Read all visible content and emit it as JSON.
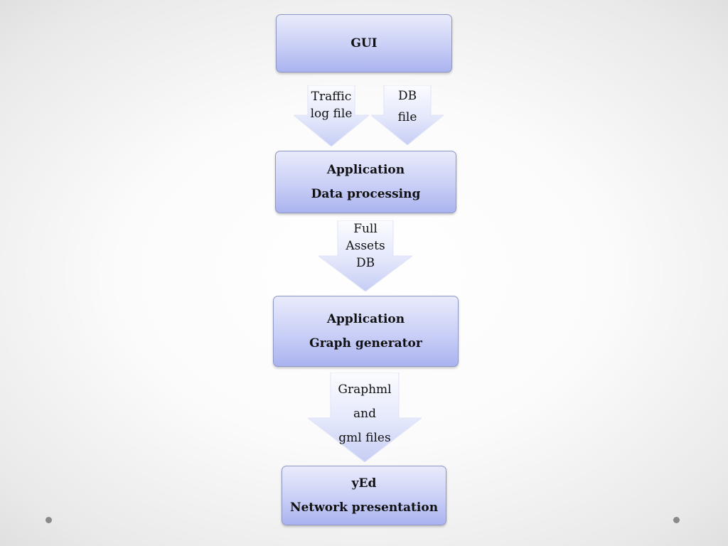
{
  "boxes": {
    "gui": {
      "lines": [
        "GUI"
      ]
    },
    "data_processing": {
      "lines": [
        "Application",
        "Data processing"
      ]
    },
    "graph_generator": {
      "lines": [
        "Application",
        "Graph generator"
      ]
    },
    "yed": {
      "lines": [
        "yEd",
        "Network presentation"
      ]
    }
  },
  "arrows": {
    "traffic_log": {
      "lines": [
        "Traffic",
        "log file"
      ]
    },
    "db_file": {
      "lines": [
        "DB",
        "file"
      ]
    },
    "full_assets": {
      "lines": [
        "Full",
        "Assets",
        "DB"
      ]
    },
    "graphml": {
      "lines": [
        "Graphml",
        "and",
        "gml files"
      ]
    }
  },
  "colors": {
    "box_top": "#e9ebfb",
    "box_bottom": "#aab3ef",
    "box_border": "#8e98c4",
    "arrow_top": "#fbfcff",
    "arrow_bottom": "#c6cdf4",
    "slide_dots": "#8a8a8a"
  }
}
